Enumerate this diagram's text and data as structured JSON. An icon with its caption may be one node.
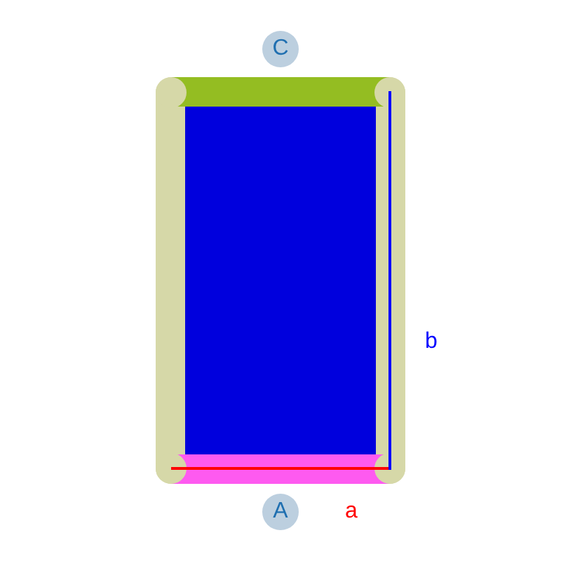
{
  "diagram": {
    "nodes": [
      {
        "text": [
          "C"
        ]
      },
      {
        "text": [
          "A"
        ]
      }
    ],
    "labels": [
      "a",
      "b"
    ]
  }
}
